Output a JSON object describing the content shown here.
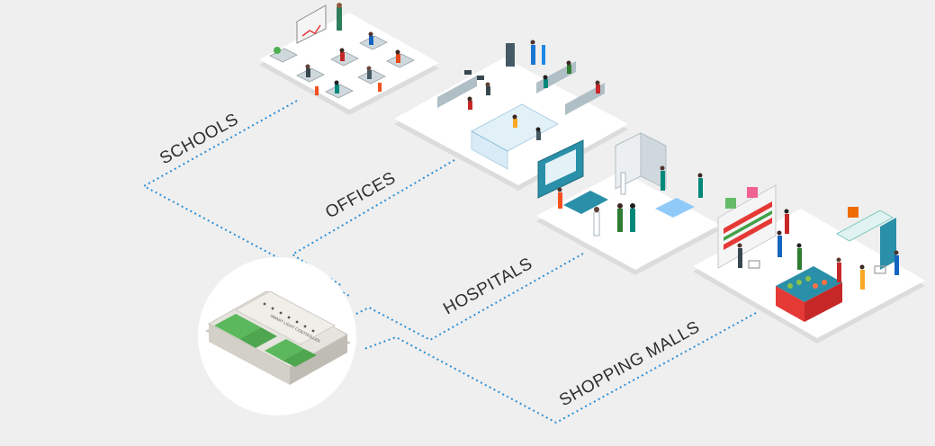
{
  "sectors": {
    "schools": "SCHOOLS",
    "offices": "OFFICES",
    "hospitals": "HOSPITALS",
    "shopping_malls": "SHOPPING MALLS"
  },
  "device": {
    "label": "SMART LIGHT CONTROLLER"
  },
  "colors": {
    "background": "#efefef",
    "connector": "#2b8fd6",
    "platform": "#ffffff",
    "device_body": "#e4e2dc",
    "terminal": "#5cb85c"
  }
}
